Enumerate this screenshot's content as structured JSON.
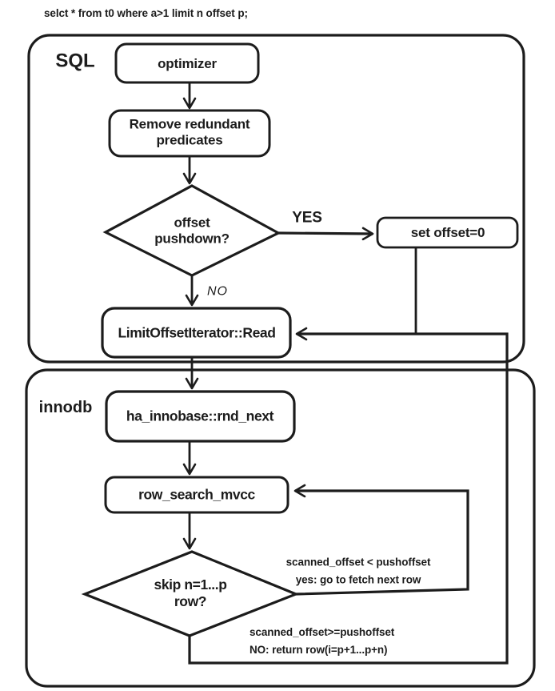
{
  "colors": {
    "ink": "#1c1c1c",
    "background": "#ffffff"
  },
  "query": "selct * from t0 where a>1 limit n offset p;",
  "sections": {
    "sql": {
      "label": "SQL"
    },
    "innodb": {
      "label": "innodb"
    }
  },
  "nodes": {
    "optimizer": {
      "label": "optimizer"
    },
    "remove_predicates": {
      "label": "Remove redundant\npredicates"
    },
    "offset_pushdown": {
      "label": "offset\npushdown?"
    },
    "set_offset": {
      "label": "set offset=0"
    },
    "limit_offset_iterator": {
      "label": "LimitOffsetIterator::Read"
    },
    "ha_innobase": {
      "label": "ha_innobase::rnd_next"
    },
    "row_search_mvcc": {
      "label": "row_search_mvcc"
    },
    "skip_rows": {
      "label": "skip n=1...p\nrow?"
    }
  },
  "edges": {
    "yes": {
      "label": "YES"
    },
    "no": {
      "label": "NO"
    },
    "fetch_next": {
      "label": "scanned_offset < pushoffset\nyes: go to fetch next row"
    },
    "return_row": {
      "label": "scanned_offset>=pushoffset\nNO: return row(i=p+1...p+n)"
    }
  }
}
